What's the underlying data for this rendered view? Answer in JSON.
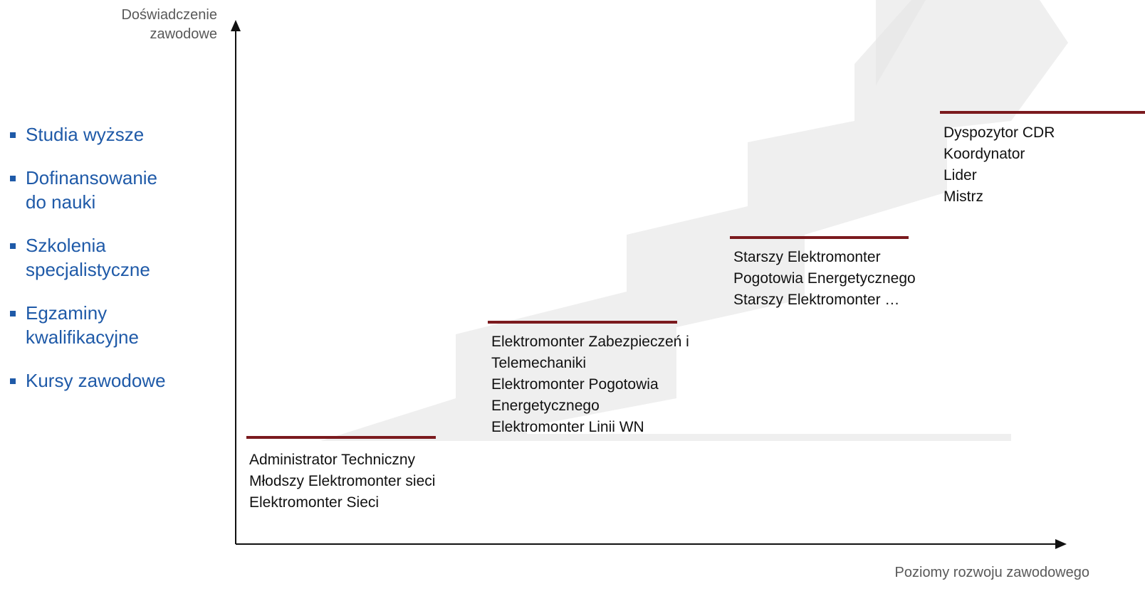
{
  "axes": {
    "y_label": [
      "Doświadczenie",
      "zawodowe"
    ],
    "x_label": "Poziomy rozwoju zawodowego"
  },
  "development": [
    {
      "lines": [
        "Studia wyższe"
      ]
    },
    {
      "lines": [
        "Dofinansowanie",
        "do nauki"
      ]
    },
    {
      "lines": [
        "Szkolenia",
        "specjalistyczne"
      ]
    },
    {
      "lines": [
        "Egzaminy",
        "kwalifikacyjne"
      ]
    },
    {
      "lines": [
        "Kursy zawodowe"
      ]
    }
  ],
  "levels": [
    {
      "lines": [
        "Administrator Techniczny",
        "Młodszy Elektromonter sieci",
        "Elektromonter Sieci"
      ]
    },
    {
      "lines": [
        "Elektromonter Zabezpieczeń i",
        "Telemechaniki",
        "Elektromonter Pogotowia",
        "Energetycznego",
        "Elektromonter Linii WN"
      ]
    },
    {
      "lines": [
        "Starszy Elektromonter",
        "Pogotowia Energetycznego",
        "Starszy Elektromonter …"
      ]
    },
    {
      "lines": [
        "Dyspozytor CDR",
        "Koordynator",
        "Lider",
        "Mistrz"
      ]
    }
  ],
  "colors": {
    "accent_bar": "#7b1a1e",
    "bullet_text": "#1f5aa8",
    "axis": "#111111",
    "muted_text": "#595959",
    "background_arrow": "#ececec"
  }
}
